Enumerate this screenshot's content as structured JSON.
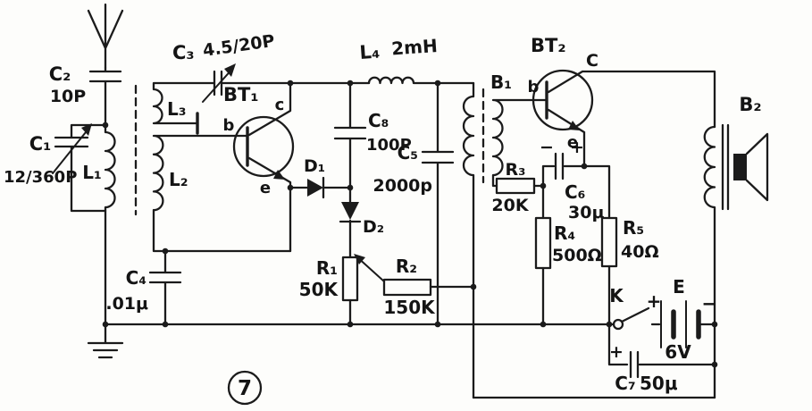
{
  "figure": {
    "number": "7"
  },
  "components": {
    "c1": {
      "name": "C₁",
      "value": "12/360P"
    },
    "c2": {
      "name": "C₂",
      "value": "10P"
    },
    "c3": {
      "name": "C₃",
      "value": "4.5/20P"
    },
    "c4": {
      "name": "C₄",
      "value": ".01μ"
    },
    "c5": {
      "name": "C₅",
      "value": "2000p"
    },
    "c6": {
      "name": "C₆",
      "value": "30μ",
      "plus": "+",
      "minus": "−"
    },
    "c7": {
      "name": "C₇",
      "value": "50μ",
      "plus": "+"
    },
    "c8": {
      "name": "C₈",
      "value": "100P"
    },
    "l1": {
      "name": "L₁"
    },
    "l2": {
      "name": "L₂"
    },
    "l3": {
      "name": "L₃"
    },
    "l4": {
      "name": "L₄",
      "value": "2mH"
    },
    "r1": {
      "name": "R₁",
      "value": "50K"
    },
    "r2": {
      "name": "R₂",
      "value": "150K"
    },
    "r3": {
      "name": "R₃",
      "value": "20K"
    },
    "r4": {
      "name": "R₄",
      "value": "500Ω"
    },
    "r5": {
      "name": "R₅",
      "value": "40Ω"
    },
    "d1": {
      "name": "D₁"
    },
    "d2": {
      "name": "D₂"
    },
    "b1": {
      "name": "B₁"
    },
    "b2": {
      "name": "B₂"
    },
    "bt1": {
      "name": "BT₁",
      "pins": {
        "b": "b",
        "c": "c",
        "e": "e"
      }
    },
    "bt2": {
      "name": "BT₂",
      "pins": {
        "b": "b",
        "c": "C",
        "e": "e"
      }
    },
    "k": {
      "name": "K"
    },
    "battery": {
      "name": "E",
      "value": "6V",
      "plus": "+",
      "minus": "−"
    }
  }
}
